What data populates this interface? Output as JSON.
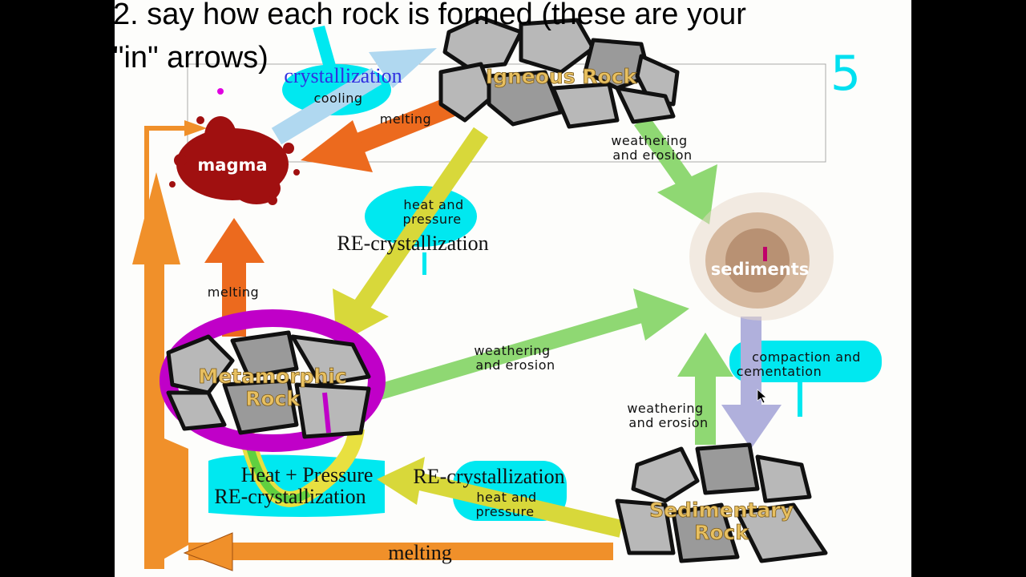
{
  "slide": {
    "title_line1": "2. say how each rock is formed (these are your",
    "title_line2": "\"in\" arrows)",
    "handwritten_number": "5"
  },
  "nodes": {
    "igneous": "Igneous Rock",
    "magma": "magma",
    "sediments": "sediments",
    "metamorphic_line1": "Metamorphic",
    "metamorphic_line2": "Rock",
    "sedimentary_line1": "Sedimentary",
    "sedimentary_line2": "Rock"
  },
  "labels": {
    "crystallization": "crystallization",
    "cooling": "cooling",
    "melting_igneous": "melting",
    "weathering_igneous_1": "weathering",
    "weathering_igneous_2": "and erosion",
    "heat_pressure_1": "heat and",
    "heat_pressure_2": "pressure",
    "recrystallization_top": "RE-crystallization",
    "melting_meta": "melting",
    "weathering_meta_1": "weathering",
    "weathering_meta_2": "and erosion",
    "compaction_1": "compaction and",
    "compaction_2": "cementation",
    "weathering_sed_1": "weathering",
    "weathering_sed_2": "and erosion",
    "heat_plus_pressure": "Heat + Pressure",
    "recrystallization_loop": "RE-crystallization",
    "recrystallization_bottom": "RE-crystallization",
    "heat_pressure_bottom_1": "heat and",
    "heat_pressure_bottom_2": "pressure",
    "melting_bottom": "melting"
  },
  "colors": {
    "cyan_highlight": "#00e8f0",
    "magenta_highlight": "#c000c8",
    "orange_arrow": "#f0902a",
    "magma": "#a01010",
    "green_arrow": "#8fd873",
    "yellow_arrow": "#d8d83a",
    "lavender_arrow": "#b0b0dc"
  }
}
